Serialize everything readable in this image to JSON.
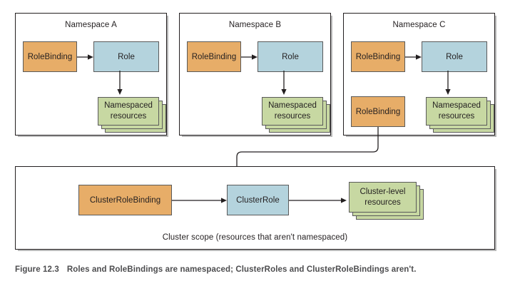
{
  "figure": {
    "number": "Figure 12.3",
    "caption": "Roles and RoleBindings are namespaced; ClusterRoles and ClusterRoleBindings aren't."
  },
  "colors": {
    "binding": "#e7ad68",
    "role": "#b4d3dd",
    "resources": "#c7d8a2",
    "border": "#5a5a5a",
    "container_border": "#231f20",
    "background": "#ffffff",
    "caption_text": "#4d4d4f"
  },
  "namespaces": [
    {
      "title": "Namespace A",
      "binding_label": "RoleBinding",
      "role_label": "Role",
      "resources_label": "Namespaced\nresources",
      "resources_line1": "Namespaced",
      "resources_line2": "resources",
      "extra_binding_label": null
    },
    {
      "title": "Namespace B",
      "binding_label": "RoleBinding",
      "role_label": "Role",
      "resources_label": "Namespaced\nresources",
      "resources_line1": "Namespaced",
      "resources_line2": "resources",
      "extra_binding_label": null
    },
    {
      "title": "Namespace C",
      "binding_label": "RoleBinding",
      "role_label": "Role",
      "resources_label": "Namespaced\nresources",
      "resources_line1": "Namespaced",
      "resources_line2": "resources",
      "extra_binding_label": "RoleBinding"
    }
  ],
  "cluster": {
    "caption": "Cluster scope (resources that aren't namespaced)",
    "binding_label": "ClusterRoleBinding",
    "role_label": "ClusterRole",
    "resources_line1": "Cluster-level",
    "resources_line2": "resources"
  }
}
